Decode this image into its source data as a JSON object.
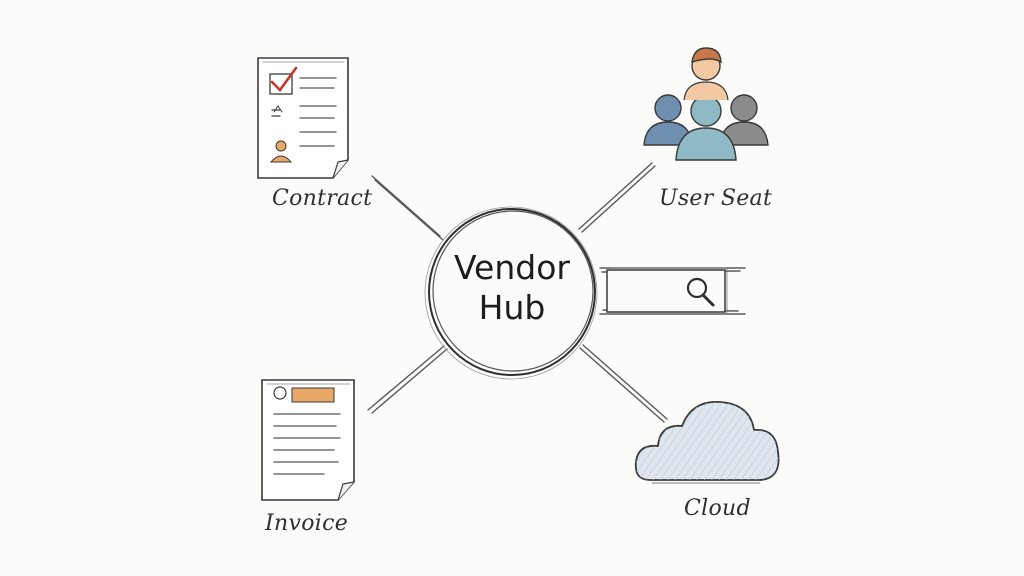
{
  "hub": {
    "line1": "Vendor",
    "line2": "Hub"
  },
  "nodes": {
    "contract": {
      "label": "Contract"
    },
    "user_seat": {
      "label": "User Seat"
    },
    "invoice": {
      "label": "Invoice"
    },
    "cloud": {
      "label": "Cloud"
    },
    "search": {
      "label": ""
    }
  },
  "colors": {
    "stroke": "#3a3a3a",
    "accent_red": "#c0392b",
    "accent_orange": "#e8a868",
    "person_orange": "#f3c9a3",
    "person_hair": "#c8784a",
    "person_blue": "#6f8fb1",
    "person_teal": "#8fb9c4",
    "person_gray": "#8b8b8b",
    "cloud_fill": "#dfe6ee"
  },
  "icons": [
    "checklist-document-icon",
    "people-group-icon",
    "search-icon",
    "invoice-document-icon",
    "cloud-icon"
  ]
}
